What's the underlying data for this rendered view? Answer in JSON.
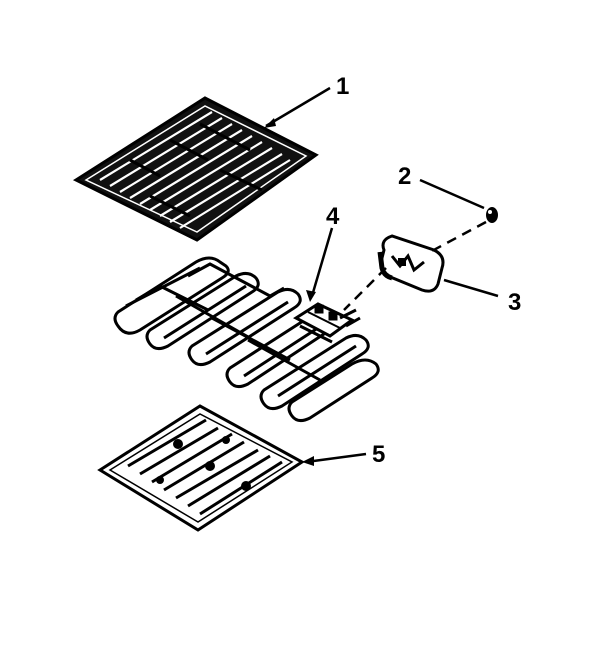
{
  "diagram": {
    "callouts": [
      {
        "label": "1",
        "part": "broil-pan-insert"
      },
      {
        "label": "2",
        "part": "screw"
      },
      {
        "label": "3",
        "part": "terminal-block"
      },
      {
        "label": "4",
        "part": "bake-heating-element"
      },
      {
        "label": "5",
        "part": "element-rack"
      }
    ],
    "colors": {
      "ink": "#000000",
      "background": "#ffffff"
    }
  }
}
